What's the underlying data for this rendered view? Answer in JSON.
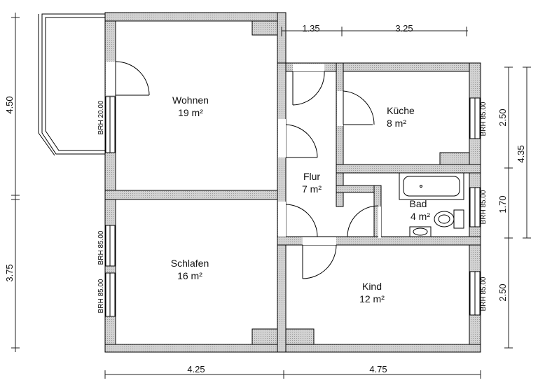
{
  "rooms": {
    "wohnen": {
      "name": "Wohnen",
      "area": "19 m²"
    },
    "kueche": {
      "name": "Küche",
      "area": "8 m²"
    },
    "flur": {
      "name": "Flur",
      "area": "7 m²"
    },
    "bad": {
      "name": "Bad",
      "area": "4 m²"
    },
    "schlafen": {
      "name": "Schlafen",
      "area": "16 m²"
    },
    "kind": {
      "name": "Kind",
      "area": "12 m²"
    }
  },
  "dimensions": {
    "top_1": "1.35",
    "top_2": "3.25",
    "bottom_1": "4.25",
    "bottom_2": "4.75",
    "left_1": "4.50",
    "left_2": "3.75",
    "right_1": "2.50",
    "right_2": "1.70",
    "right_3": "2.50",
    "right_total": "4.35"
  },
  "window_labels": {
    "wohnen_window": "BRH 20.00",
    "schlafen_window_1": "BRH 85.00",
    "schlafen_window_2": "BRH 85.00",
    "kueche_window": "BRH 85.00",
    "bad_window": "BRH 85.00",
    "kind_window": "BRH 85.00"
  },
  "colors": {
    "wall_fill": "#d0d0d0",
    "wall_line": "#000000",
    "dim_line": "#222222"
  }
}
